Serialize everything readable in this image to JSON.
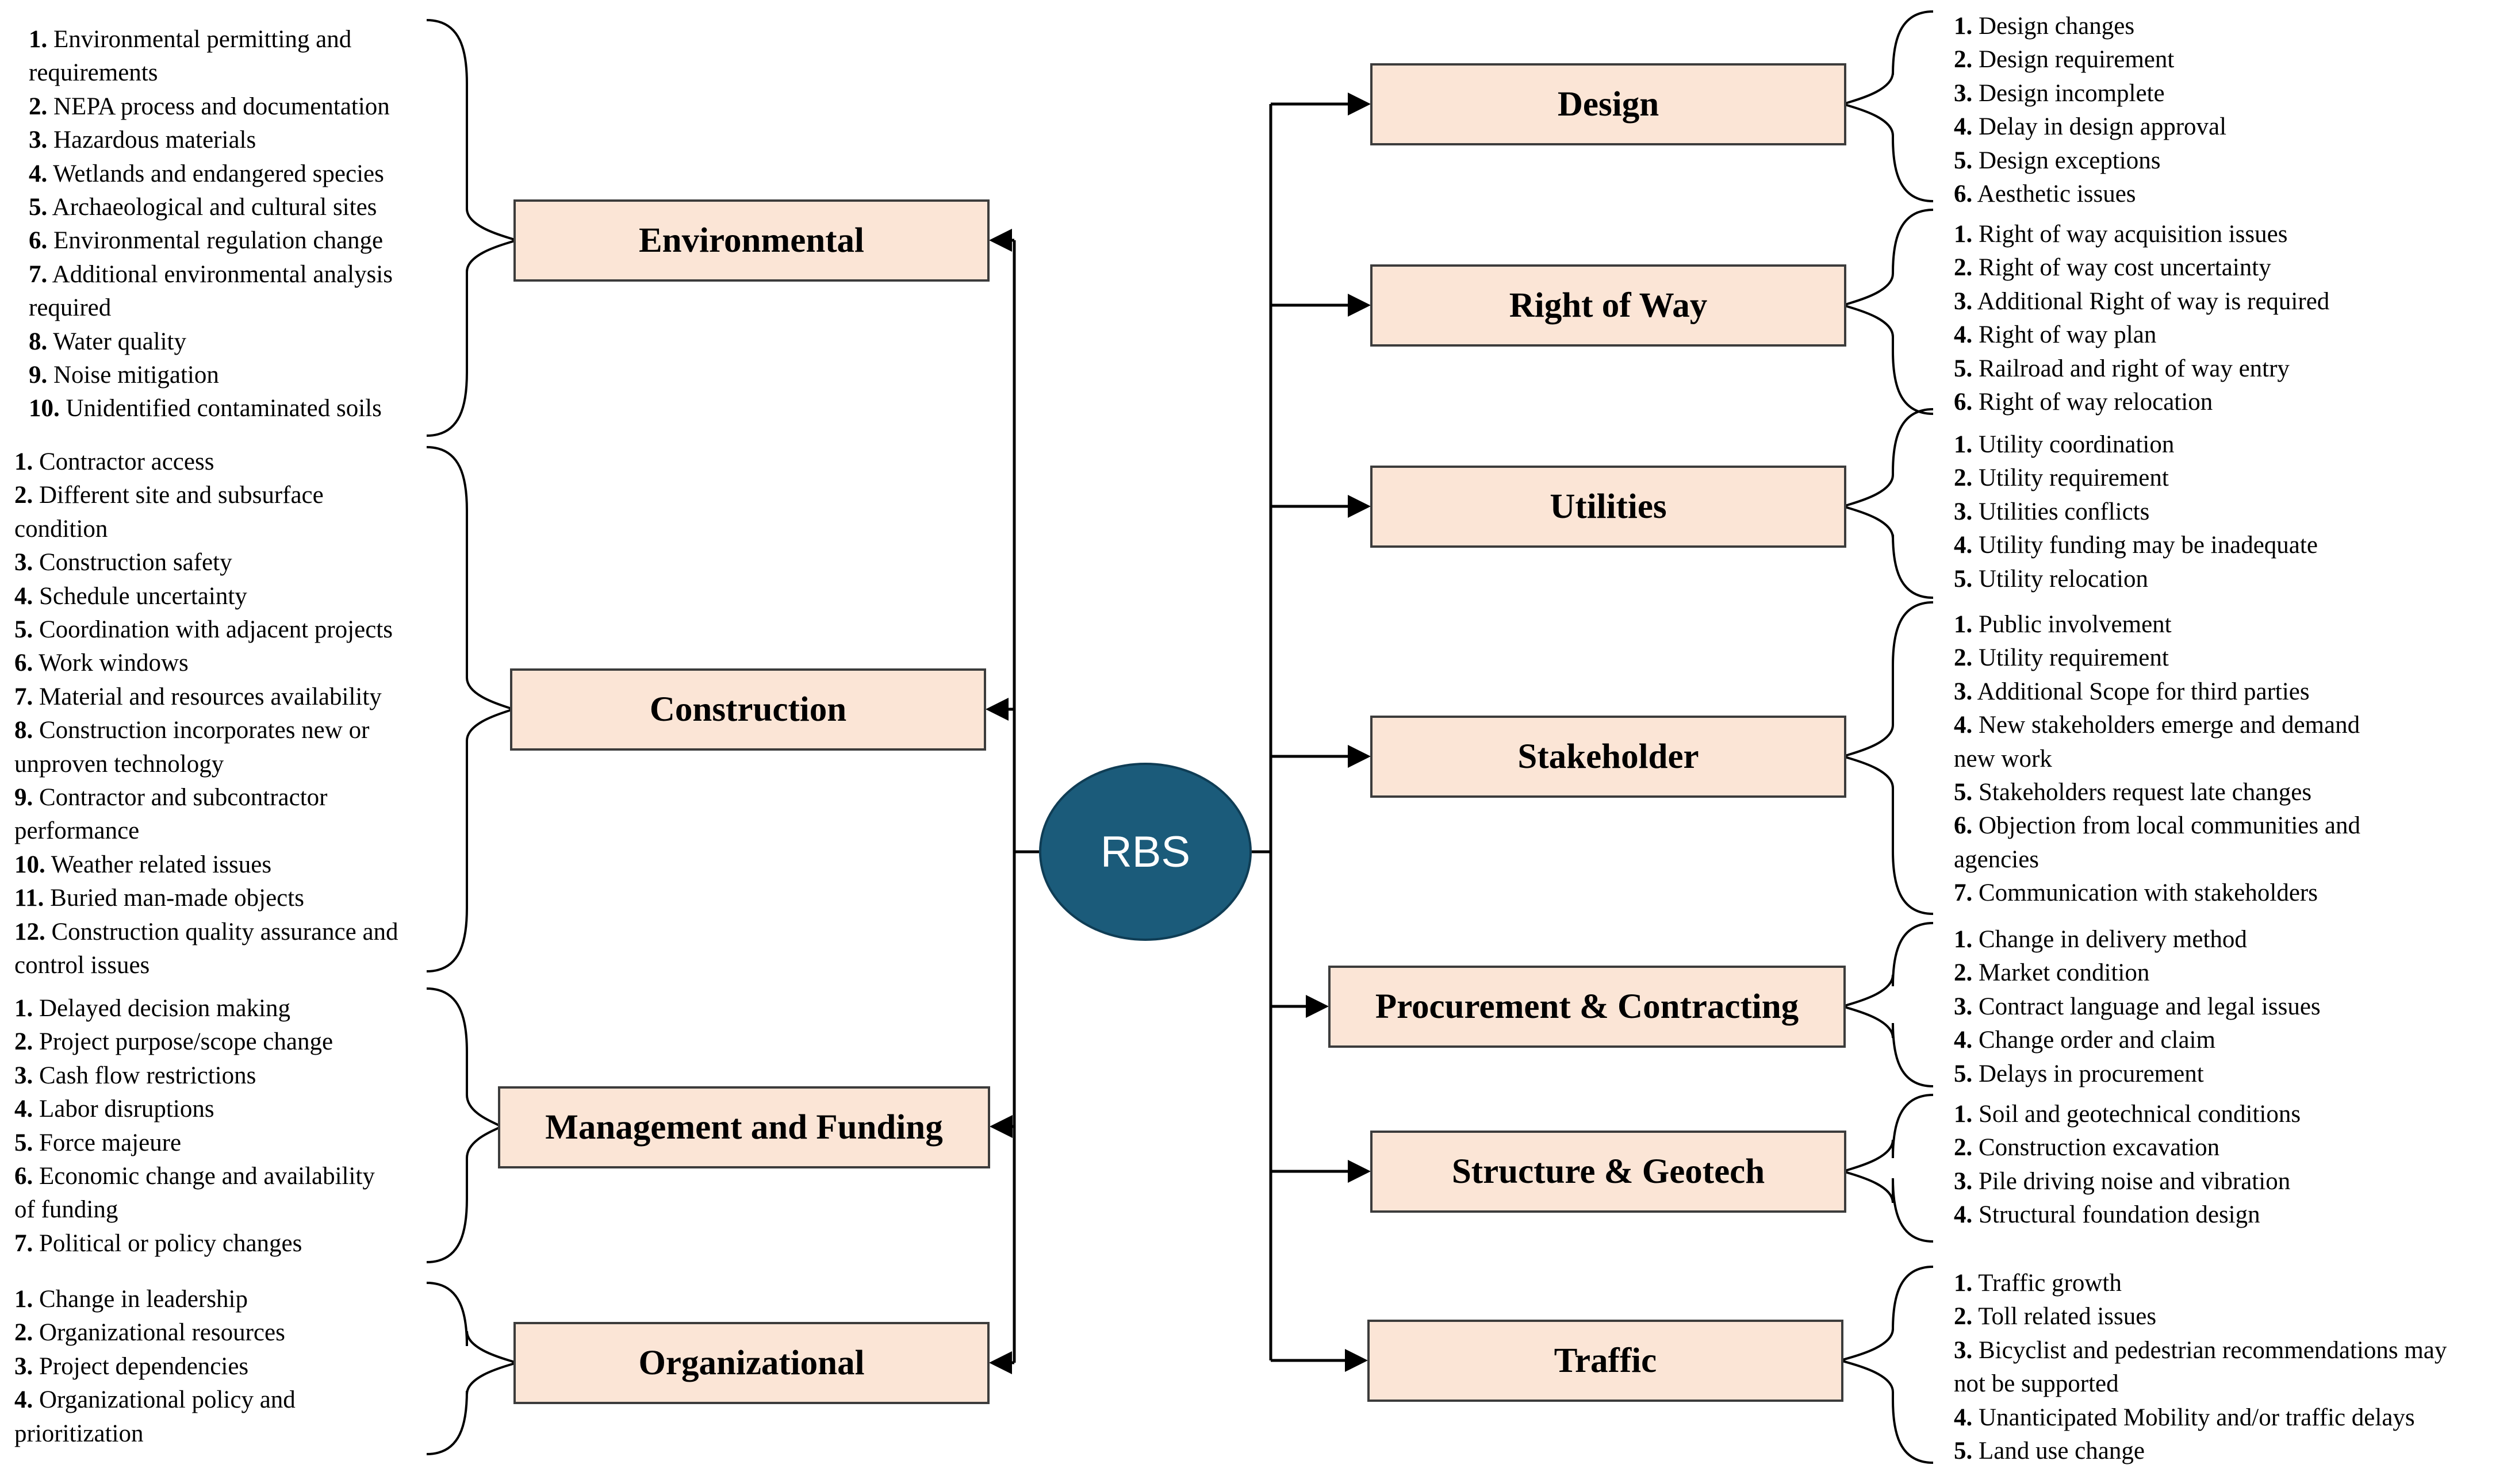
{
  "center": {
    "label": "RBS"
  },
  "colors": {
    "center_fill": "#1b5b7a",
    "box_fill": "#fbe5d6",
    "box_border": "#3c3c3c",
    "line": "#000000"
  },
  "left_categories": [
    {
      "id": "environmental",
      "label": "Environmental",
      "items": [
        {
          "n": "1.",
          "lines": [
            "Environmental permitting and",
            "requirements"
          ]
        },
        {
          "n": "2.",
          "lines": [
            "NEPA process and documentation"
          ]
        },
        {
          "n": "3.",
          "lines": [
            "Hazardous materials"
          ]
        },
        {
          "n": "4.",
          "lines": [
            "Wetlands and endangered species"
          ]
        },
        {
          "n": "5.",
          "lines": [
            "Archaeological and cultural sites"
          ]
        },
        {
          "n": "6.",
          "lines": [
            "Environmental regulation change"
          ]
        },
        {
          "n": "7.",
          "lines": [
            "Additional environmental analysis",
            "required"
          ]
        },
        {
          "n": "8.",
          "lines": [
            "Water quality"
          ]
        },
        {
          "n": "9.",
          "lines": [
            "Noise mitigation"
          ]
        },
        {
          "n": "10.",
          "lines": [
            "Unidentified contaminated soils"
          ]
        }
      ]
    },
    {
      "id": "construction",
      "label": "Construction",
      "items": [
        {
          "n": "1.",
          "lines": [
            "Contractor access"
          ]
        },
        {
          "n": "2.",
          "lines": [
            "Different site and subsurface",
            "condition"
          ]
        },
        {
          "n": "3.",
          "lines": [
            "Construction safety"
          ]
        },
        {
          "n": "4.",
          "lines": [
            "Schedule uncertainty"
          ]
        },
        {
          "n": "5.",
          "lines": [
            "Coordination with adjacent projects"
          ]
        },
        {
          "n": "6.",
          "lines": [
            "Work windows"
          ]
        },
        {
          "n": "7.",
          "lines": [
            "Material and resources availability"
          ]
        },
        {
          "n": "8.",
          "lines": [
            "Construction incorporates new or",
            "unproven technology"
          ]
        },
        {
          "n": "9.",
          "lines": [
            "Contractor and subcontractor",
            "performance"
          ]
        },
        {
          "n": "10.",
          "lines": [
            "Weather related issues"
          ]
        },
        {
          "n": "11.",
          "lines": [
            "Buried man-made objects"
          ]
        },
        {
          "n": "12.",
          "lines": [
            "Construction quality assurance and",
            "control issues"
          ]
        }
      ]
    },
    {
      "id": "management",
      "label": "Management and Funding",
      "items": [
        {
          "n": "1.",
          "lines": [
            "Delayed decision making"
          ]
        },
        {
          "n": "2.",
          "lines": [
            "Project purpose/scope change"
          ]
        },
        {
          "n": "3.",
          "lines": [
            "Cash flow restrictions"
          ]
        },
        {
          "n": "4.",
          "lines": [
            "Labor disruptions"
          ]
        },
        {
          "n": "5.",
          "lines": [
            "Force majeure"
          ]
        },
        {
          "n": "6.",
          "lines": [
            "Economic change and availability",
            "of funding"
          ]
        },
        {
          "n": "7.",
          "lines": [
            "Political or policy changes"
          ]
        }
      ]
    },
    {
      "id": "organizational",
      "label": "Organizational",
      "items": [
        {
          "n": "1.",
          "lines": [
            "Change in leadership"
          ]
        },
        {
          "n": "2.",
          "lines": [
            "Organizational resources"
          ]
        },
        {
          "n": "3.",
          "lines": [
            "Project dependencies"
          ]
        },
        {
          "n": "4.",
          "lines": [
            "Organizational policy and",
            "prioritization"
          ]
        }
      ]
    }
  ],
  "right_categories": [
    {
      "id": "design",
      "label": "Design",
      "items": [
        {
          "n": "1.",
          "lines": [
            "Design changes"
          ]
        },
        {
          "n": "2.",
          "lines": [
            "Design requirement"
          ]
        },
        {
          "n": "3.",
          "lines": [
            "Design incomplete"
          ]
        },
        {
          "n": "4.",
          "lines": [
            "Delay in design approval"
          ]
        },
        {
          "n": "5.",
          "lines": [
            "Design exceptions"
          ]
        },
        {
          "n": "6.",
          "lines": [
            "Aesthetic issues"
          ]
        }
      ]
    },
    {
      "id": "right-of-way",
      "label": "Right of Way",
      "items": [
        {
          "n": "1.",
          "lines": [
            "Right of way acquisition issues"
          ]
        },
        {
          "n": "2.",
          "lines": [
            "Right of way cost uncertainty"
          ]
        },
        {
          "n": "3.",
          "lines": [
            "Additional Right of way is required"
          ]
        },
        {
          "n": "4.",
          "lines": [
            "Right of way plan"
          ]
        },
        {
          "n": "5.",
          "lines": [
            "Railroad and right of way entry"
          ]
        },
        {
          "n": "6.",
          "lines": [
            "Right of way relocation"
          ]
        }
      ]
    },
    {
      "id": "utilities",
      "label": "Utilities",
      "items": [
        {
          "n": "1.",
          "lines": [
            "Utility coordination"
          ]
        },
        {
          "n": "2.",
          "lines": [
            "Utility requirement"
          ]
        },
        {
          "n": "3.",
          "lines": [
            "Utilities conflicts"
          ]
        },
        {
          "n": "4.",
          "lines": [
            "Utility funding may be inadequate"
          ]
        },
        {
          "n": "5.",
          "lines": [
            "Utility relocation"
          ]
        }
      ]
    },
    {
      "id": "stakeholder",
      "label": "Stakeholder",
      "items": [
        {
          "n": "1.",
          "lines": [
            "Public involvement"
          ]
        },
        {
          "n": "2.",
          "lines": [
            "Utility requirement"
          ]
        },
        {
          "n": "3.",
          "lines": [
            "Additional Scope for third parties"
          ]
        },
        {
          "n": "4.",
          "lines": [
            "New stakeholders emerge and demand",
            "new work"
          ]
        },
        {
          "n": "5.",
          "lines": [
            "Stakeholders request late changes"
          ]
        },
        {
          "n": "6.",
          "lines": [
            "Objection from local communities and",
            "agencies"
          ]
        },
        {
          "n": "7.",
          "lines": [
            "Communication with stakeholders"
          ]
        }
      ]
    },
    {
      "id": "procurement",
      "label": "Procurement & Contracting",
      "items": [
        {
          "n": "1.",
          "lines": [
            "Change in delivery method"
          ]
        },
        {
          "n": "2.",
          "lines": [
            "Market condition"
          ]
        },
        {
          "n": "3.",
          "lines": [
            "Contract language and legal issues"
          ]
        },
        {
          "n": "4.",
          "lines": [
            "Change order and claim"
          ]
        },
        {
          "n": "5.",
          "lines": [
            "Delays in procurement"
          ]
        }
      ]
    },
    {
      "id": "structure",
      "label": "Structure & Geotech",
      "items": [
        {
          "n": "1.",
          "lines": [
            "Soil and geotechnical conditions"
          ]
        },
        {
          "n": "2.",
          "lines": [
            "Construction excavation"
          ]
        },
        {
          "n": "3.",
          "lines": [
            "Pile driving noise and vibration"
          ]
        },
        {
          "n": "4.",
          "lines": [
            "Structural foundation design"
          ]
        }
      ]
    },
    {
      "id": "traffic",
      "label": "Traffic",
      "items": [
        {
          "n": "1.",
          "lines": [
            "Traffic growth"
          ]
        },
        {
          "n": "2.",
          "lines": [
            "Toll related issues"
          ]
        },
        {
          "n": "3.",
          "lines": [
            "Bicyclist and pedestrian recommendations may",
            "not be supported"
          ]
        },
        {
          "n": "4.",
          "lines": [
            "Unanticipated Mobility and/or traffic delays"
          ]
        },
        {
          "n": "5.",
          "lines": [
            "Land use change"
          ]
        }
      ]
    }
  ]
}
